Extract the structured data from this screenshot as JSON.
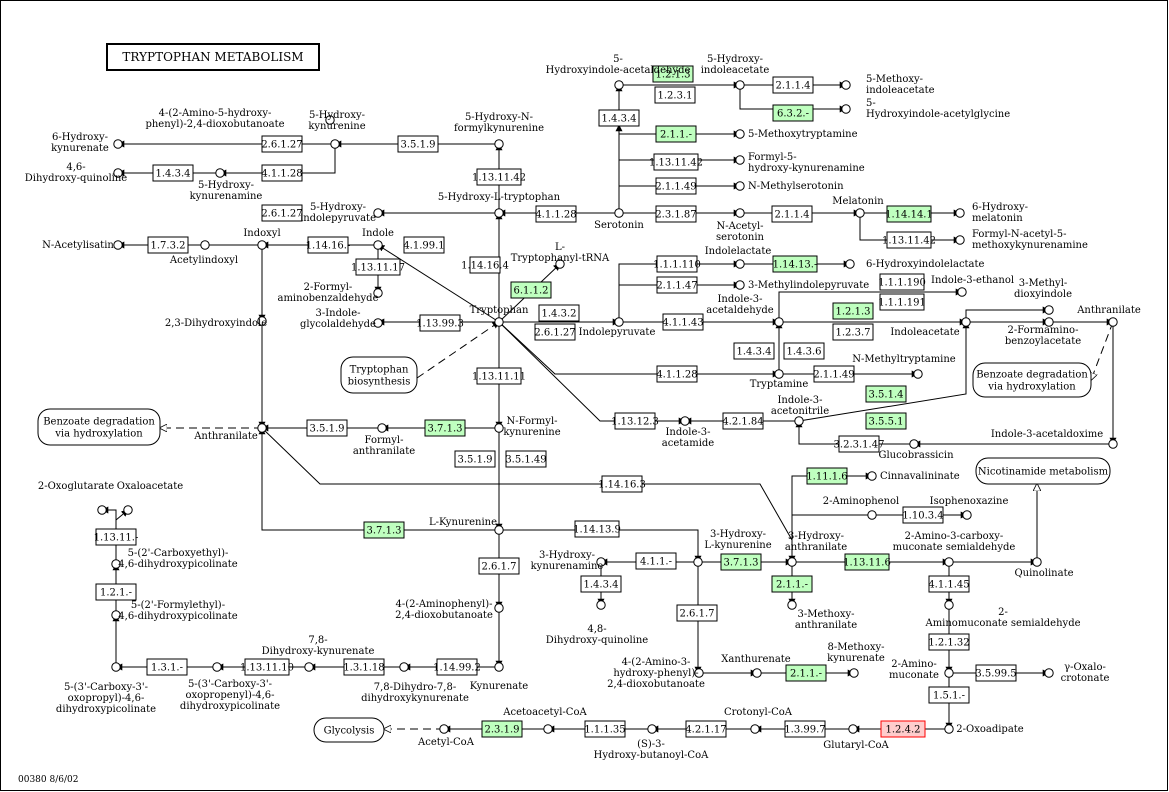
{
  "title": "TRYPTOPHAN METABOLISM",
  "footer": "00380 8/6/02",
  "colors": {
    "found": "#bfffbf",
    "highlight": "#ffcccc",
    "highlight_stroke": "#ff0000",
    "line": "#000000",
    "background": "#ffffff"
  },
  "enzymes": [
    {
      "id": "e1",
      "label": "1.2.1.3",
      "color": "green"
    },
    {
      "id": "e2",
      "label": "1.2.3.1",
      "color": "white"
    },
    {
      "id": "e3",
      "label": "2.1.1.4",
      "color": "white"
    },
    {
      "id": "e4",
      "label": "6.3.2.-",
      "color": "green"
    },
    {
      "id": "e5",
      "label": "1.4.3.4",
      "color": "white"
    },
    {
      "id": "e6",
      "label": "2.1.1.-",
      "color": "green"
    },
    {
      "id": "e7",
      "label": "1.13.11.42",
      "color": "white"
    },
    {
      "id": "e8",
      "label": "2.1.1.49",
      "color": "white"
    },
    {
      "id": "e9",
      "label": "2.3.1.87",
      "color": "white"
    },
    {
      "id": "e10",
      "label": "2.1.1.4",
      "color": "white"
    },
    {
      "id": "e11",
      "label": "1.14.14.1",
      "color": "green"
    },
    {
      "id": "e12",
      "label": "1.13.11.42",
      "color": "white"
    },
    {
      "id": "e13",
      "label": "3.5.1.9",
      "color": "white"
    },
    {
      "id": "e14",
      "label": "2.6.1.27",
      "color": "white"
    },
    {
      "id": "e15",
      "label": "4.1.1.28",
      "color": "white"
    },
    {
      "id": "e16",
      "label": "1.4.3.4",
      "color": "white"
    },
    {
      "id": "e17",
      "label": "1.13.11.42",
      "color": "white"
    },
    {
      "id": "e18",
      "label": "2.6.1.27",
      "color": "white"
    },
    {
      "id": "e19",
      "label": "4.1.1.28",
      "color": "white"
    },
    {
      "id": "e20",
      "label": "1.7.3.2",
      "color": "white"
    },
    {
      "id": "e21",
      "label": "1.14.16.-",
      "color": "white"
    },
    {
      "id": "e22",
      "label": "4.1.99.1",
      "color": "white"
    },
    {
      "id": "e23",
      "label": "1.13.11.17",
      "color": "white"
    },
    {
      "id": "e24",
      "label": "1.14.16.4",
      "color": "white"
    },
    {
      "id": "e25",
      "label": "6.1.1.2",
      "color": "green"
    },
    {
      "id": "e26",
      "label": "1.13.99.3",
      "color": "white"
    },
    {
      "id": "e27",
      "label": "1.4.3.2",
      "color": "white"
    },
    {
      "id": "e28",
      "label": "2.6.1.27",
      "color": "white"
    },
    {
      "id": "e29",
      "label": "1.1.1.110",
      "color": "white"
    },
    {
      "id": "e30",
      "label": "1.14.13.-",
      "color": "green"
    },
    {
      "id": "e31",
      "label": "2.1.1.47",
      "color": "white"
    },
    {
      "id": "e32",
      "label": "4.1.1.43",
      "color": "white"
    },
    {
      "id": "e33",
      "label": "1.1.1.190",
      "color": "white"
    },
    {
      "id": "e34",
      "label": "1.1.1.191",
      "color": "white"
    },
    {
      "id": "e35",
      "label": "1.2.1.3",
      "color": "green"
    },
    {
      "id": "e36",
      "label": "1.2.3.7",
      "color": "white"
    },
    {
      "id": "e37",
      "label": "1.4.3.4",
      "color": "white"
    },
    {
      "id": "e38",
      "label": "1.4.3.6",
      "color": "white"
    },
    {
      "id": "e39",
      "label": "4.1.1.28",
      "color": "white"
    },
    {
      "id": "e40",
      "label": "2.1.1.49",
      "color": "white"
    },
    {
      "id": "e41",
      "label": "3.5.1.4",
      "color": "green"
    },
    {
      "id": "e42",
      "label": "1.13.11.11",
      "color": "white"
    },
    {
      "id": "e43",
      "label": "1.13.12.3",
      "color": "white"
    },
    {
      "id": "e44",
      "label": "4.2.1.84",
      "color": "white"
    },
    {
      "id": "e45",
      "label": "3.5.5.1",
      "color": "green"
    },
    {
      "id": "e46",
      "label": "3.2.3.1.47",
      "color": "white"
    },
    {
      "id": "e47",
      "label": "3.5.1.9",
      "color": "white"
    },
    {
      "id": "e48",
      "label": "3.7.1.3",
      "color": "green"
    },
    {
      "id": "e49",
      "label": "3.5.1.9",
      "color": "white"
    },
    {
      "id": "e50",
      "label": "3.5.1.49",
      "color": "white"
    },
    {
      "id": "e51",
      "label": "1.14.16.3",
      "color": "white"
    },
    {
      "id": "e52",
      "label": "1.11.1.6",
      "color": "green"
    },
    {
      "id": "e53",
      "label": "1.10.3.4",
      "color": "white"
    },
    {
      "id": "e54",
      "label": "3.7.1.3",
      "color": "green"
    },
    {
      "id": "e55",
      "label": "1.14.13.9",
      "color": "white"
    },
    {
      "id": "e56",
      "label": "1.13.11.6",
      "color": "green"
    },
    {
      "id": "e57",
      "label": "4.1.1.-",
      "color": "white"
    },
    {
      "id": "e58",
      "label": "3.7.1.3",
      "color": "green"
    },
    {
      "id": "e59",
      "label": "2.1.1.-",
      "color": "green"
    },
    {
      "id": "e60",
      "label": "4.1.1.45",
      "color": "white"
    },
    {
      "id": "e61",
      "label": "2.6.1.7",
      "color": "white"
    },
    {
      "id": "e62",
      "label": "1.4.3.4",
      "color": "white"
    },
    {
      "id": "e63",
      "label": "2.6.1.7",
      "color": "white"
    },
    {
      "id": "e64",
      "label": "1.2.1.32",
      "color": "white"
    },
    {
      "id": "e65",
      "label": "2.1.1.-",
      "color": "green"
    },
    {
      "id": "e66",
      "label": "3.5.99.5",
      "color": "white"
    },
    {
      "id": "e67",
      "label": "1.14.99.2",
      "color": "white"
    },
    {
      "id": "e68",
      "label": "1.3.1.18",
      "color": "white"
    },
    {
      "id": "e69",
      "label": "1.13.11.10",
      "color": "white"
    },
    {
      "id": "e70",
      "label": "1.3.1.-",
      "color": "white"
    },
    {
      "id": "e71",
      "label": "1.5.1.-",
      "color": "white"
    },
    {
      "id": "e72",
      "label": "1.2.4.2",
      "color": "red"
    },
    {
      "id": "e73",
      "label": "1.3.99.7",
      "color": "white"
    },
    {
      "id": "e74",
      "label": "4.2.1.17",
      "color": "white"
    },
    {
      "id": "e75",
      "label": "1.1.1.35",
      "color": "white"
    },
    {
      "id": "e76",
      "label": "2.3.1.9",
      "color": "green"
    },
    {
      "id": "e77",
      "label": "1.13.11.-",
      "color": "white"
    },
    {
      "id": "e78",
      "label": "1.2.1.-",
      "color": "white"
    }
  ],
  "pathways": [
    {
      "id": "p1",
      "label": "Tryptophan biosynthesis"
    },
    {
      "id": "p2",
      "label": "Benzoate degradation via hydroxylation"
    },
    {
      "id": "p3",
      "label": "Benzoate degradation via hydroxylation"
    },
    {
      "id": "p4",
      "label": "Nicotinamide metabolism"
    },
    {
      "id": "p5",
      "label": "Glycolysis"
    }
  ],
  "compounds": [
    {
      "id": "c1",
      "label": "5-Hydroxyindole-acetaldehyde"
    },
    {
      "id": "c2",
      "label": "5-Hydroxy-indoleacetate"
    },
    {
      "id": "c3",
      "label": "5-Methoxy-indoleacetate"
    },
    {
      "id": "c4",
      "label": "5-Hydroxyindole-acetylglycine"
    },
    {
      "id": "c5",
      "label": "5-Methoxytryptamine"
    },
    {
      "id": "c6",
      "label": "Formyl-5-hydroxy-kynurenamine"
    },
    {
      "id": "c7",
      "label": "N-Methylserotonin"
    },
    {
      "id": "c8",
      "label": "Serotonin"
    },
    {
      "id": "c9",
      "label": "N-Acetyl-serotonin"
    },
    {
      "id": "c10",
      "label": "Melatonin"
    },
    {
      "id": "c11",
      "label": "6-Hydroxy-melatonin"
    },
    {
      "id": "c12",
      "label": "Formyl-N-acetyl-5-methoxykynurenamine"
    },
    {
      "id": "c13",
      "label": "4-(2-Amino-5-hydroxy-phenyl)-2,4-dioxobutanoate"
    },
    {
      "id": "c14",
      "label": "5-Hydroxy-kynurenine"
    },
    {
      "id": "c15",
      "label": "5-Hydroxy-N-formylkynurenine"
    },
    {
      "id": "c16",
      "label": "6-Hydroxy-kynurenate"
    },
    {
      "id": "c17",
      "label": "4,6-Dihydroxy-quinoline"
    },
    {
      "id": "c18",
      "label": "5-Hydroxy-kynurenamine"
    },
    {
      "id": "c19",
      "label": "5-Hydroxy-indolepyruvate"
    },
    {
      "id": "c20",
      "label": "5-Hydroxy-L-tryptophan"
    },
    {
      "id": "c21",
      "label": "N-Acetylisatin"
    },
    {
      "id": "c22",
      "label": "Acetylindoxyl"
    },
    {
      "id": "c23",
      "label": "Indoxyl"
    },
    {
      "id": "c24",
      "label": "Indole"
    },
    {
      "id": "c25",
      "label": "2-Formyl-aminobenzaldehyde"
    },
    {
      "id": "c26",
      "label": "L-Tryptophanyl-tRNA"
    },
    {
      "id": "c27",
      "label": "3-Indole-glycolaldehyde"
    },
    {
      "id": "c28",
      "label": "Tryptophan"
    },
    {
      "id": "c29",
      "label": "2,3-Dihydroxyindole"
    },
    {
      "id": "c30",
      "label": "Indolepyruvate"
    },
    {
      "id": "c31",
      "label": "Indolelactate"
    },
    {
      "id": "c32",
      "label": "6-Hydroxyindolelactate"
    },
    {
      "id": "c33",
      "label": "3-Methylindolepyruvate"
    },
    {
      "id": "c34",
      "label": "Indole-3-ethanol"
    },
    {
      "id": "c35",
      "label": "Indole-3-acetaldehyde"
    },
    {
      "id": "c36",
      "label": "3-Methyl-dioxyindole"
    },
    {
      "id": "c37",
      "label": "Indoleacetate"
    },
    {
      "id": "c38",
      "label": "Anthranilate"
    },
    {
      "id": "c39",
      "label": "2-Formamino-benzoylacetate"
    },
    {
      "id": "c40",
      "label": "N-Methyltryptamine"
    },
    {
      "id": "c41",
      "label": "Tryptamine"
    },
    {
      "id": "c42",
      "label": "Indole-3-acetonitrile"
    },
    {
      "id": "c43",
      "label": "Indole-3-acetamide"
    },
    {
      "id": "c44",
      "label": "Indole-3-acetaldoxime"
    },
    {
      "id": "c45",
      "label": "Glucobrassicin"
    },
    {
      "id": "c46",
      "label": "N-Formyl-kynurenine"
    },
    {
      "id": "c47",
      "label": "Formyl-anthranilate"
    },
    {
      "id": "c48",
      "label": "Anthranilate"
    },
    {
      "id": "c49",
      "label": "Cinnavalininate"
    },
    {
      "id": "c50",
      "label": "2-Aminophenol"
    },
    {
      "id": "c51",
      "label": "Isophenoxazine"
    },
    {
      "id": "c52",
      "label": "L-Kynurenine"
    },
    {
      "id": "c53",
      "label": "3-Hydroxy-L-kynurenine"
    },
    {
      "id": "c54",
      "label": "3-Hydroxy-anthranilate"
    },
    {
      "id": "c55",
      "label": "2-Amino-3-carboxy-muconate semialdehyde"
    },
    {
      "id": "c56",
      "label": "3-Hydroxy-kynurenamine"
    },
    {
      "id": "c57",
      "label": "Quinolinate"
    },
    {
      "id": "c58",
      "label": "3-Methoxy-anthranilate"
    },
    {
      "id": "c59",
      "label": "4,8-Dihydroxy-quinoline"
    },
    {
      "id": "c60",
      "label": "2-Aminomuconate semialdehyde"
    },
    {
      "id": "c61",
      "label": "4-(2-Aminophenyl)-2,4-dioxobutanoate"
    },
    {
      "id": "c62",
      "label": "4-(2-Amino-3-hydroxy-phenyl)-2,4-dioxobutanoate"
    },
    {
      "id": "c63",
      "label": "Xanthurenate"
    },
    {
      "id": "c64",
      "label": "8-Methoxy-kynurenate"
    },
    {
      "id": "c65",
      "label": "2-Amino-muconate"
    },
    {
      "id": "c66",
      "label": "γ-Oxalo-crotonate"
    },
    {
      "id": "c67",
      "label": "2-Oxoglutarate"
    },
    {
      "id": "c68",
      "label": "Oxaloacetate"
    },
    {
      "id": "c69",
      "label": "5-(2'-Carboxyethyl)-4,6-dihydroxypicolinate"
    },
    {
      "id": "c70",
      "label": "5-(2'-Formylethyl)-4,6-dihydroxypicolinate"
    },
    {
      "id": "c71",
      "label": "7,8-Dihydroxy-kynurenate"
    },
    {
      "id": "c72",
      "label": "5-(3'-Carboxy-3'-oxopropyl)-4,6-dihydroxypicolinate"
    },
    {
      "id": "c73",
      "label": "5-(3'-Carboxy-3'-oxopropenyl)-4,6-dihydroxypicolinate"
    },
    {
      "id": "c74",
      "label": "7,8-Dihydro-7,8-dihydroxykynurenate"
    },
    {
      "id": "c75",
      "label": "Kynurenate"
    },
    {
      "id": "c76",
      "label": "2-Oxoadipate"
    },
    {
      "id": "c77",
      "label": "Acetoacetyl-CoA"
    },
    {
      "id": "c78",
      "label": "Crotonyl-CoA"
    },
    {
      "id": "c79",
      "label": "Acetyl-CoA"
    },
    {
      "id": "c80",
      "label": "(S)-3-Hydroxy-butanoyl-CoA"
    },
    {
      "id": "c81",
      "label": "Glutaryl-CoA"
    }
  ]
}
